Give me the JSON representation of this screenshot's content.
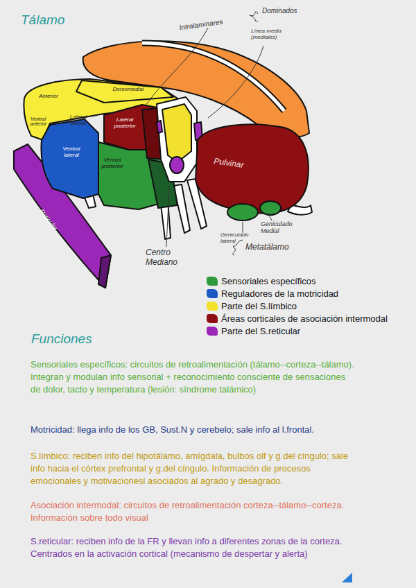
{
  "diagram": {
    "title": "Tálamo",
    "nodes": [
      {
        "text": [
          "Anterior"
        ]
      },
      {
        "text": [
          "Dorsomedial"
        ]
      },
      {
        "text": [
          "Lateral dorsal"
        ]
      },
      {
        "text": [
          "Ventral anterior"
        ]
      },
      {
        "text": [
          "Ventral lateral"
        ]
      },
      {
        "text": [
          "Ventral posterior"
        ]
      },
      {
        "text": [
          "Lateral posterior"
        ]
      },
      {
        "text": [
          "Pulvinar"
        ]
      },
      {
        "text": [
          "Reticular"
        ]
      }
    ],
    "labels": [
      "Intralaminares",
      "Dominados",
      "Línea media (mediales)",
      "Centro Mediano",
      "Geniculado Medial",
      "Geniculado lateral",
      "Metatálamo",
      "Funciones",
      "Sensoriales específicos: circuitos de retroalimentación (tálamo--corteza--tálamo). Integran y modulan info sensorial + reconocimiento consciente de sensaciones de dolor, tacto y temperatura (lesión: síndrome talámico)",
      "Motricidad: llega info de los GB, Sust.N y cerebelo; sale info al l.frontal.",
      "S.límbico: reciben info del hipotálamo, amígdala, bulbos olf y g.del cíngulo; sale info hacia el córtex prefrontal y g.del cíngulo. Información de procesos emocionales y motivacionesl asociados al agrado y desagrado.",
      "Asociación intermodal: circuitos de retroalimentación corteza--tálamo--corteza. Información sobre todo visual",
      "S.reticular: reciben info de la FR y llevan info a diferentes zonas de la corteza. Centrados en la activación cortical (mecanismo de despertar y alerta)"
    ],
    "legend": [
      {
        "text": "Sensoriales específicos",
        "color": "#2e9a3c"
      },
      {
        "text": "Reguladores de la motricidad",
        "color": "#1d59c4"
      },
      {
        "text": "Parte del S.límbico",
        "color": "#f2e22c"
      },
      {
        "text": "Áreas corticales de asociación intermodal",
        "color": "#8e0f12"
      },
      {
        "text": "Parte del S.reticular",
        "color": "#9b27b8"
      }
    ]
  }
}
